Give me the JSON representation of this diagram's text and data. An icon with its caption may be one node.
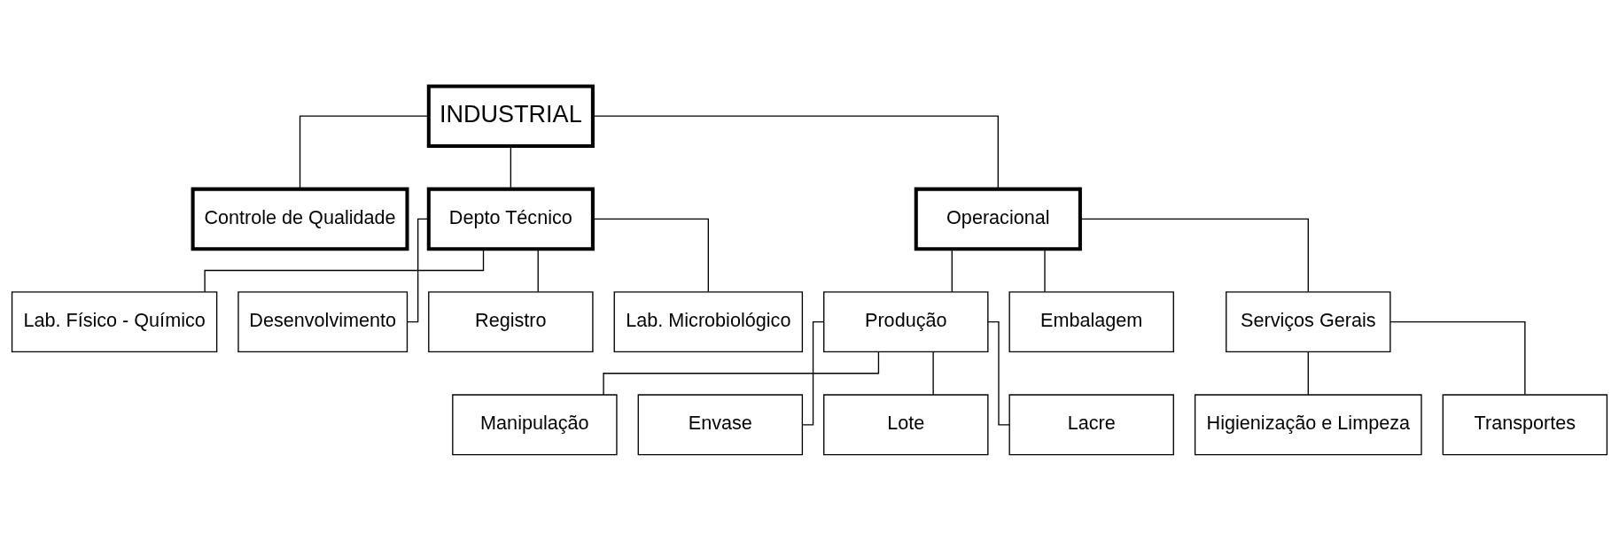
{
  "diagram": {
    "nodes": [
      {
        "text": [
          "INDUSTRIAL"
        ]
      },
      {
        "text": [
          "Controle de Qualidade"
        ]
      },
      {
        "text": [
          "Depto Técnico"
        ]
      },
      {
        "text": [
          "Operacional"
        ]
      },
      {
        "text": [
          "Lab. Físico - Químico"
        ]
      },
      {
        "text": [
          "Desenvolvimento"
        ]
      },
      {
        "text": [
          "Registro"
        ]
      },
      {
        "text": [
          "Lab. Microbiológico"
        ]
      },
      {
        "text": [
          "Produção"
        ]
      },
      {
        "text": [
          "Embalagem"
        ]
      },
      {
        "text": [
          "Serviços Gerais"
        ]
      },
      {
        "text": [
          "Manipulação"
        ]
      },
      {
        "text": [
          "Envase"
        ]
      },
      {
        "text": [
          "Lote"
        ]
      },
      {
        "text": [
          "Lacre"
        ]
      },
      {
        "text": [
          "Higienização e Limpeza"
        ]
      },
      {
        "text": [
          "Transportes"
        ]
      }
    ],
    "edges": [
      {
        "from": 0,
        "to": 1,
        "arrow": "none"
      },
      {
        "from": 0,
        "to": 2,
        "arrow": "none"
      },
      {
        "from": 0,
        "to": 3,
        "arrow": "none"
      },
      {
        "from": 2,
        "to": 4,
        "arrow": "none"
      },
      {
        "from": 2,
        "to": 5,
        "arrow": "none"
      },
      {
        "from": 2,
        "to": 6,
        "arrow": "none"
      },
      {
        "from": 2,
        "to": 7,
        "arrow": "none"
      },
      {
        "from": 3,
        "to": 8,
        "arrow": "none"
      },
      {
        "from": 3,
        "to": 9,
        "arrow": "none"
      },
      {
        "from": 3,
        "to": 10,
        "arrow": "none"
      },
      {
        "from": 8,
        "to": 11,
        "arrow": "none"
      },
      {
        "from": 8,
        "to": 12,
        "arrow": "none"
      },
      {
        "from": 8,
        "to": 13,
        "arrow": "none"
      },
      {
        "from": 8,
        "to": 14,
        "arrow": "none"
      },
      {
        "from": 10,
        "to": 15,
        "arrow": "none"
      },
      {
        "from": 10,
        "to": 16,
        "arrow": "none"
      }
    ]
  }
}
